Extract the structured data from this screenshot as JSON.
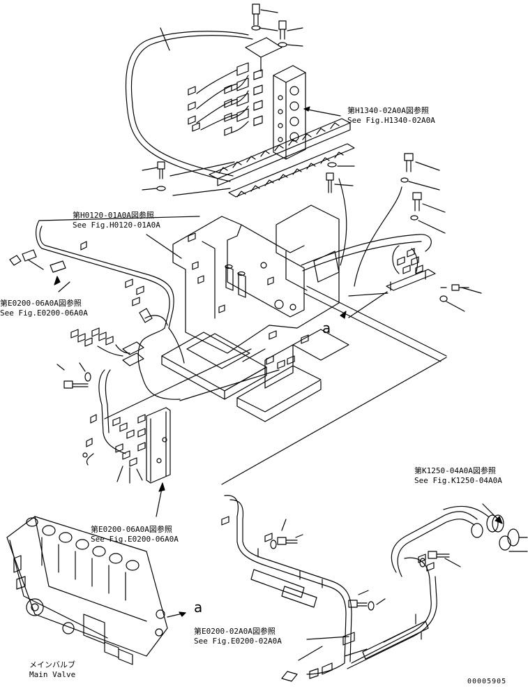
{
  "callouts": {
    "h1340": {
      "jp": "第H1340-02A0A図参照",
      "en": "See Fig.H1340-02A0A"
    },
    "h0120": {
      "jp": "第H0120-01A0A図参照",
      "en": "See Fig.H0120-01A0A"
    },
    "e0200_06_left": {
      "jp": "第E0200-06A0A図参照",
      "en": "See Fig.E0200-06A0A"
    },
    "e0200_06_bottom": {
      "jp": "第E0200-06A0A図参照",
      "en": "See Fig.E0200-06A0A"
    },
    "k1250": {
      "jp": "第K1250-04A0A図参照",
      "en": "See Fig.K1250-04A0A"
    },
    "e0200_02": {
      "jp": "第E0200-02A0A図参照",
      "en": "See Fig.E0200-02A0A"
    }
  },
  "main_valve": {
    "jp": "メインバルブ",
    "en": "Main Valve"
  },
  "view_markers": {
    "a_center": "a",
    "a_valve": "a"
  },
  "drawing_number": "00005905",
  "colors": {
    "ink": "#000000",
    "paper": "#ffffff"
  }
}
